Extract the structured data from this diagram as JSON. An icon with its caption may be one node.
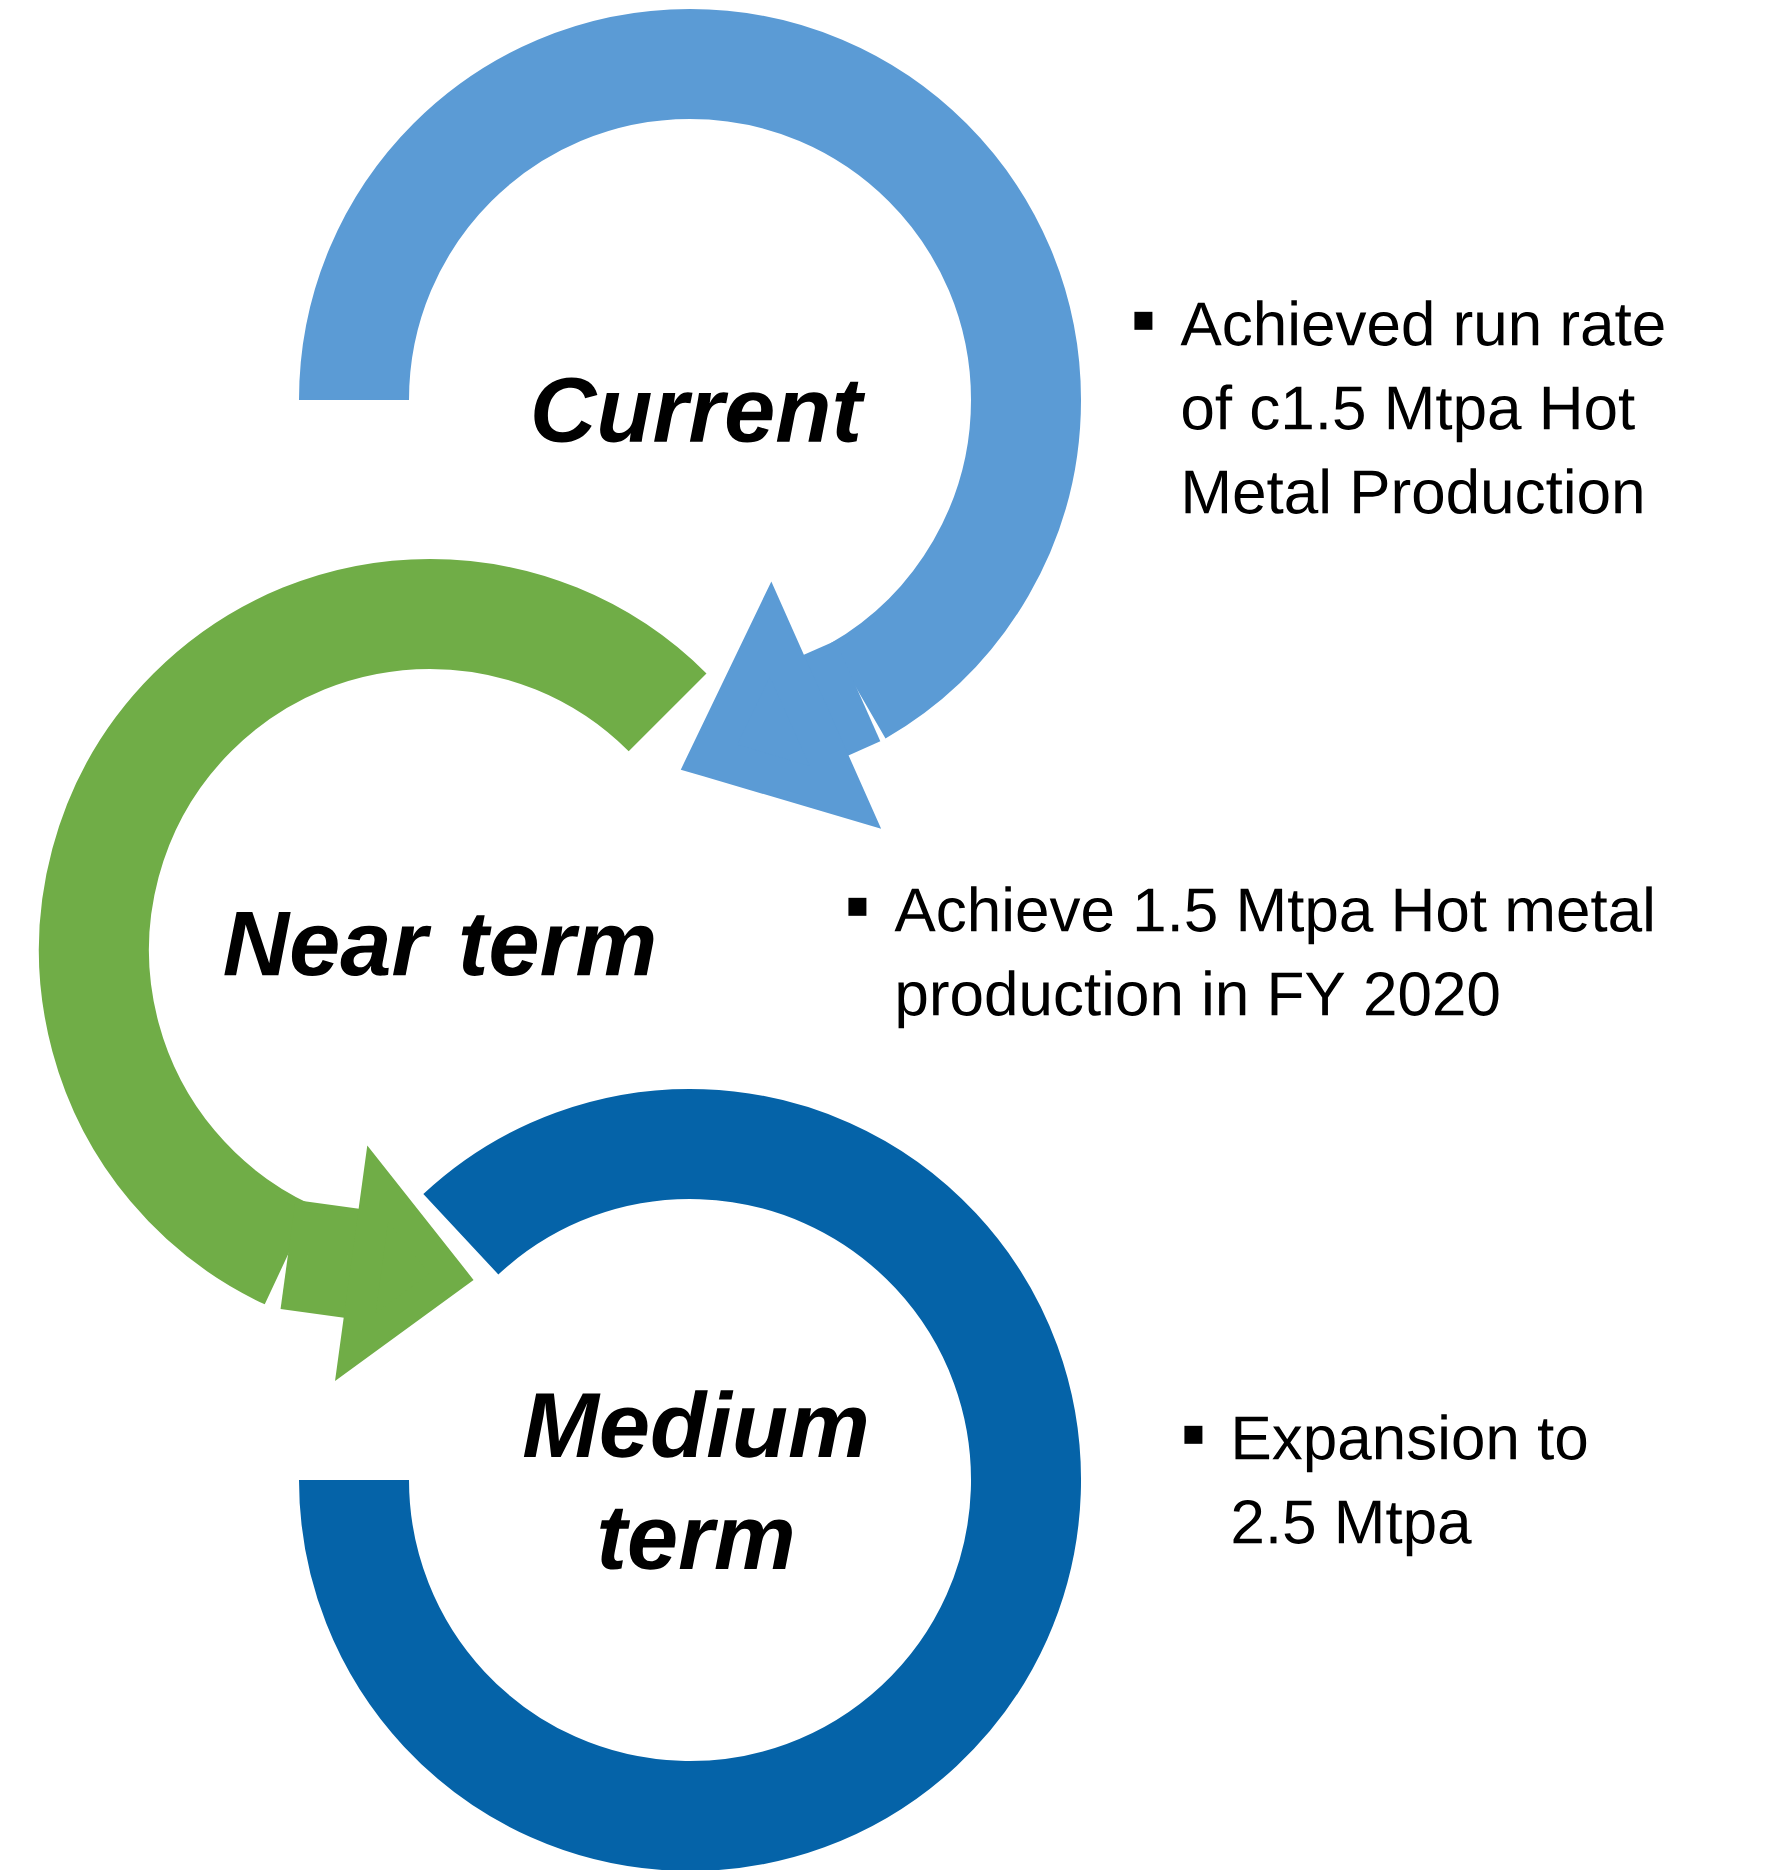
{
  "diagram": {
    "nodes": [
      {
        "text": [
          "Current"
        ]
      },
      {
        "text": [
          "Near term"
        ]
      },
      {
        "text": [
          "Medium term"
        ]
      }
    ],
    "edges": [
      {
        "from": 0,
        "to": 1,
        "arrow": "to",
        "color": "#5b9bd5"
      },
      {
        "from": 1,
        "to": 2,
        "arrow": "to",
        "color": "#70ad47"
      }
    ],
    "labels": [
      "Achieved run rate of c1.5 Mtpa Hot Metal Production",
      "Achieve 1.5 Mtpa Hot metal production in FY 2020",
      "Expansion to 2.5 Mtpa"
    ]
  }
}
